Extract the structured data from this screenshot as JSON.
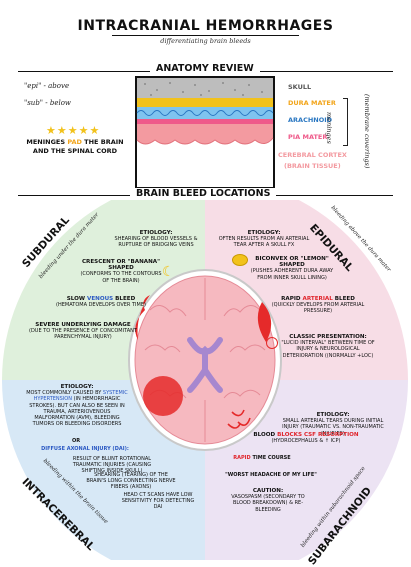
{
  "header": {
    "title": "INTRACRANIAL HEMORRHAGES",
    "subtitle": "differentiating brain bleeds"
  },
  "anatomy": {
    "heading": "ANATOMY REVIEW",
    "notes": [
      "\"epi\" - above",
      "\"sub\" - below"
    ],
    "meninges_note_a": "MENINGES",
    "meninges_note_pad": "PAD",
    "meninges_note_b": "THE BRAIN AND THE SPINAL CORD",
    "layers": [
      {
        "label": "SKULL",
        "color": "#9e9e9e"
      },
      {
        "label": "DURA MATER",
        "color": "#f2c21b"
      },
      {
        "label": "ARACHNOID",
        "color": "#3aa0e0"
      },
      {
        "label": "PIA MATER",
        "color": "#ef5a8a"
      },
      {
        "label": "CEREBRAL CORTEX",
        "color": "#f39aa0"
      },
      {
        "label": "(BRAIN TISSUE)",
        "color": "#f39aa0"
      }
    ],
    "side_label": "meninges",
    "side_label_2": "(membrane coverings)"
  },
  "locations": {
    "heading": "BRAIN BLEED LOCATIONS",
    "quadrant_colors": {
      "subdural": "#dff0dc",
      "epidural": "#f7dde6",
      "intracerebral": "#d7e8f6",
      "subarachnoid": "#ece3f3",
      "brain": "#f6b9c0",
      "bleed": "#e52a2a",
      "ventricle": "#a687cf"
    }
  },
  "subdural": {
    "name": "SUBDURAL",
    "tag": "bleeding under the dura mater",
    "etiology_label": "ETIOLOGY:",
    "etiology": "SHEARING OF BLOOD VESSELS & RUPTURE OF BRIDGING VEINS",
    "shape": "CRESCENT OR \"BANANA\" SHAPED",
    "shape_note": "(CONFORMS TO THE CONTOURS OF THE BRAIN)",
    "bleed_a": "SLOW",
    "bleed_b": "VENOUS",
    "bleed_c": "BLEED",
    "bleed_note": "(HEMATOMA DEVELOPS OVER TIME)",
    "damage": "SEVERE UNDERLYING DAMAGE",
    "damage_note": "(DUE TO THE PRESENCE OF CONCOMITANT PARENCHYMAL INJURY)"
  },
  "epidural": {
    "name": "EPIDURAL",
    "tag": "bleeding above the dura mater",
    "etiology_label": "ETIOLOGY:",
    "etiology": "OFTEN RESULTS FROM AN ARTERIAL TEAR AFTER A SKULL FX",
    "shape": "BICONVEX OR \"LEMON\" SHAPED",
    "shape_note": "(PUSHES ADHERENT DURA AWAY FROM INNER SKULL LINING)",
    "bleed_a": "RAPID",
    "bleed_b": "ARTERIAL",
    "bleed_c": "BLEED",
    "bleed_note": "(QUICKLY DEVELOPS FROM ARTERIAL PRESSURE)",
    "classic": "CLASSIC PRESENTATION:",
    "classic_note": "\"LUCID INTERVAL\" BETWEEN TIME OF INJURY & NEUROLOGICAL DETERIORATION ((NORMALLY +LOC)"
  },
  "intracerebral": {
    "name": "INTRACEREBRAL",
    "tag": "bleeding within the brain tissue",
    "etiology_label": "ETIOLOGY:",
    "etiology_a": "MOST COMMONLY CAUSED BY",
    "etiology_b": "SYSTEMIC HYPERTENSION",
    "etiology_c": "(IN HEMORRHAGIC STROKES). BUT CAN ALSO BE SEEN IN TRAUMA, ARTERIOVENOUS MALFORMATION (AVM), BLEEDING TUMORS OR BLEEDING DISORDERS",
    "or": "OR",
    "dai": "DIFFUSE AXONAL INJURY (DAI):",
    "dai_1": "RESULT OF BLUNT ROTATIONAL TRAUMATIC INJURIES (CAUSING SHIFTING INSIDE SKULL)",
    "dai_2": "SHEARING (TEARING) OF THE BRAIN'S LONG CONNECTING NERVE FIBERS (AXONS)",
    "dai_3": "HEAD CT SCANS HAVE LOW SENSITIVITY FOR DETECTING DAI"
  },
  "subarachnoid": {
    "name": "SUBARACHNOID",
    "tag": "bleeding within subarachnoid space",
    "etiology_label": "ETIOLOGY:",
    "etiology": "SMALL ARTERIAL TEARS DURING INITIAL INJURY (TRAUMATIC VS. NON-TRAUMATIC INJURIES)",
    "csf_a": "BLOOD",
    "csf_b": "BLOCKS CSF RESORPTION",
    "csf_note": "(HYDROCEPHALUS & ↑ ICP)",
    "course_a": "RAPID",
    "course_b": "TIME COURSE",
    "headache": "\"WORST HEADACHE OF MY LIFE\"",
    "caution": "CAUTION:",
    "caution_note": "VASOSPASM (SECONDARY TO BLOOD BREAKDOWN) & RE-BLEEDING"
  }
}
